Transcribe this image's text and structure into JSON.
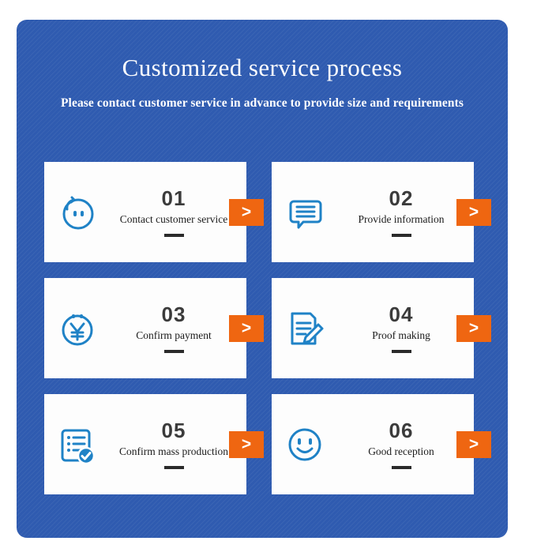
{
  "header": {
    "title": "Customized service process",
    "subtitle": "Please contact customer service in advance to provide size and requirements"
  },
  "colors": {
    "panel_blue": "#2f5bb0",
    "card_white": "#fdfdfd",
    "accent_orange": "#ef6611",
    "icon_blue": "#1f82c6",
    "number_gray": "#3b3b3b",
    "label_black": "#1c1c1c"
  },
  "arrow_label": ">",
  "steps": [
    {
      "number": "01",
      "label": "Contact customer service",
      "icon": "headset-smiley-icon",
      "arrow": ">"
    },
    {
      "number": "02",
      "label": "Provide information",
      "icon": "speech-bubble-lines-icon",
      "arrow": ">"
    },
    {
      "number": "03",
      "label": "Confirm payment",
      "icon": "yuan-coin-icon",
      "arrow": ">"
    },
    {
      "number": "04",
      "label": "Proof making",
      "icon": "document-pencil-icon",
      "arrow": ">"
    },
    {
      "number": "05",
      "label": "Confirm mass production",
      "icon": "checklist-verified-icon",
      "arrow": ">"
    },
    {
      "number": "06",
      "label": "Good reception",
      "icon": "smiley-face-icon",
      "arrow": ">"
    }
  ]
}
